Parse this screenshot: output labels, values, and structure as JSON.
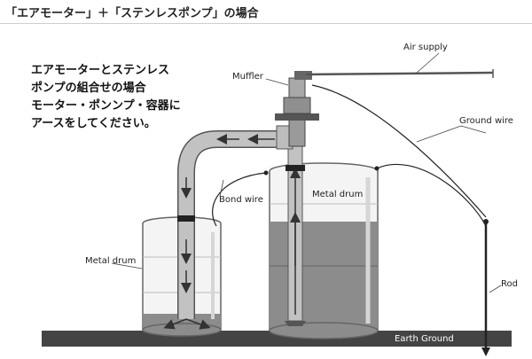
{
  "title": "「エアモーター」＋「ステンレスポンプ」の場合",
  "note_lines": [
    "エアモーターとステンレス",
    "ポンプの組合せの場合",
    "モーター・ポンンプ・容器に",
    "アースをしてください。"
  ],
  "labels": {
    "air_supply": "Air supply",
    "muffler": "Muffler",
    "ground_wire": "Ground wire",
    "bond_wire": "Bond wire",
    "metal_drum_large": "Metal drum",
    "metal_drum_small": "Metal drum",
    "rod": "Rod",
    "earth_ground": "Earth Ground"
  },
  "colors": {
    "liquid": "#8c8c8c",
    "pipe": "#c2c2c2",
    "ground": "#444444",
    "arrow": "#333333"
  }
}
